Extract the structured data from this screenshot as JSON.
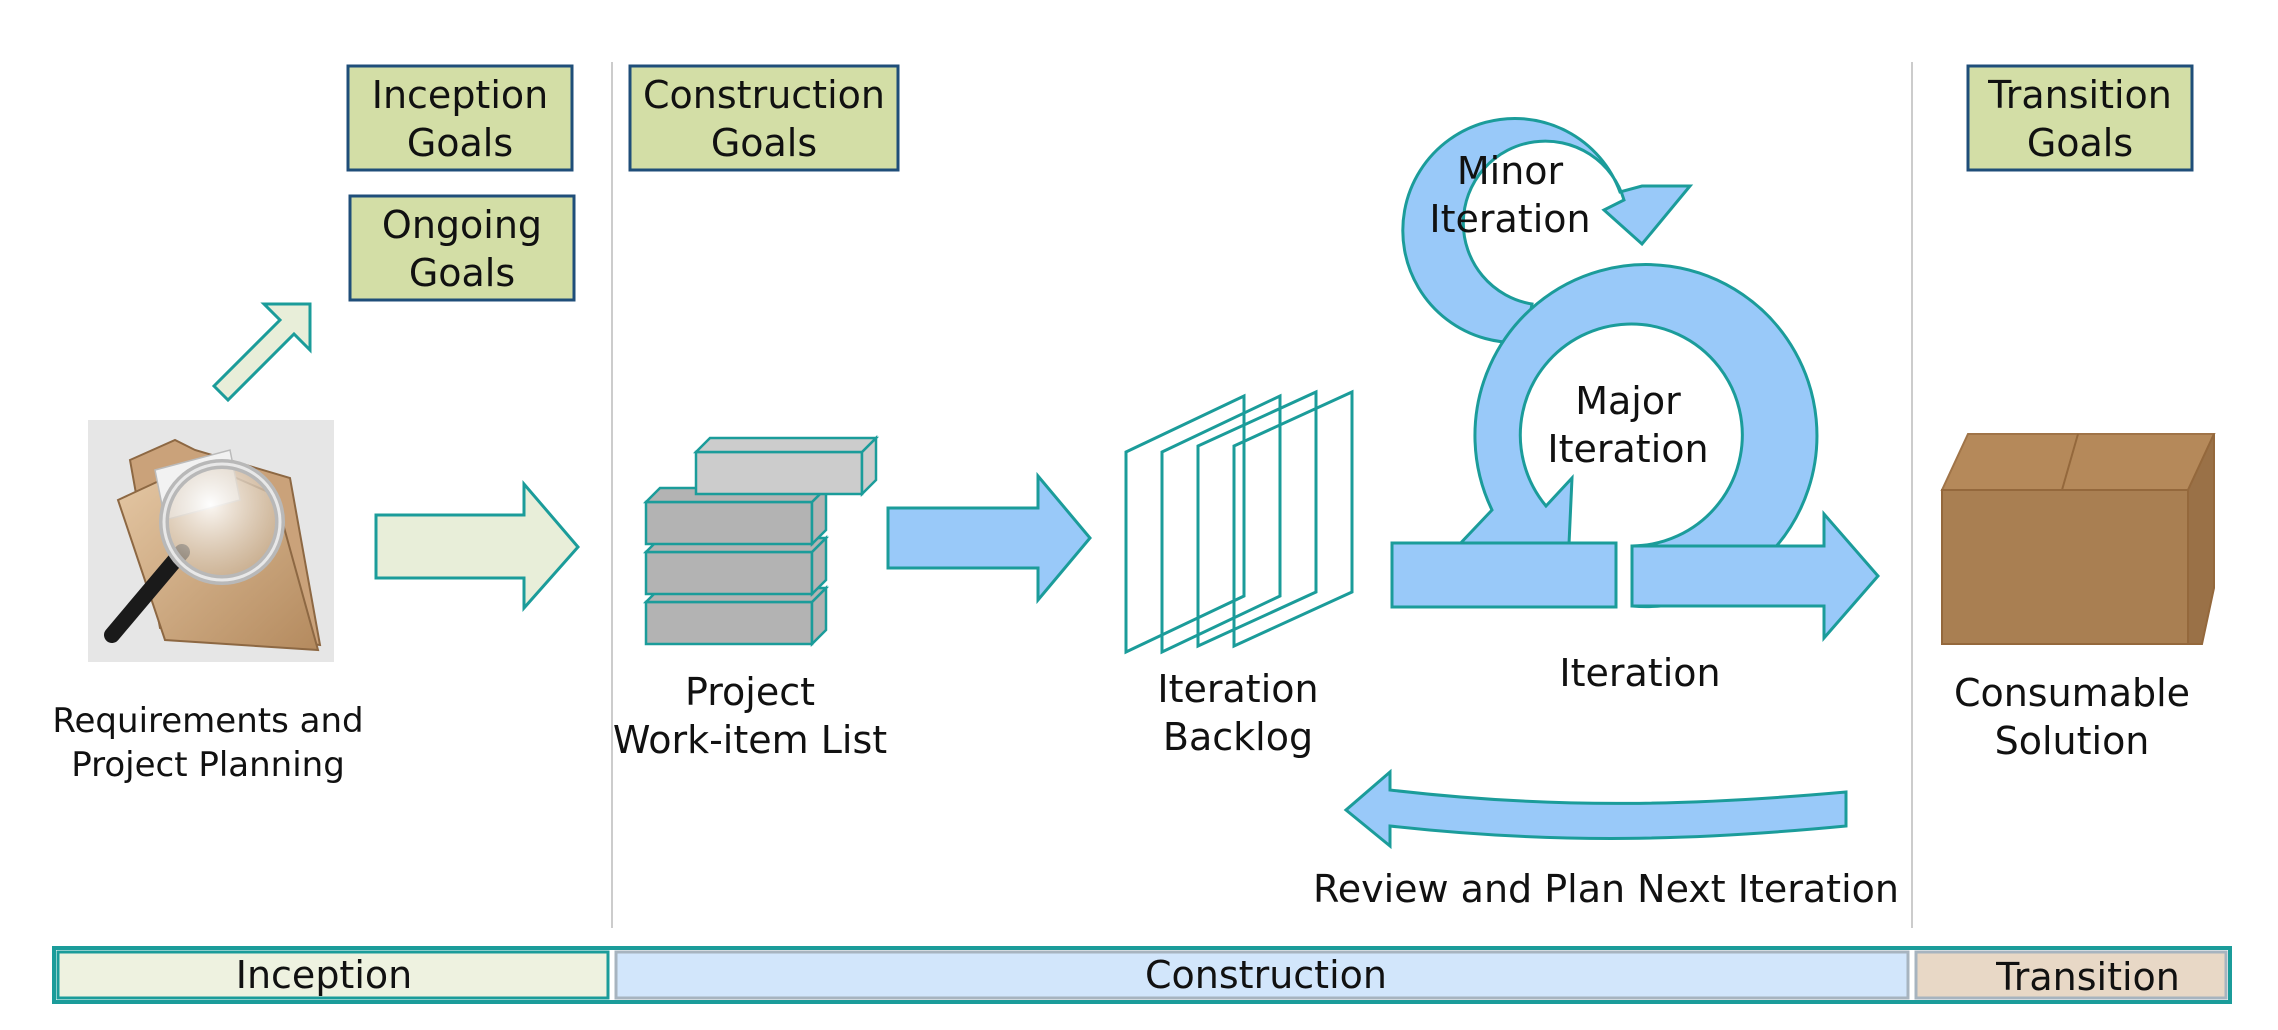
{
  "goals": {
    "inception": [
      "Inception",
      "Goals"
    ],
    "ongoing": [
      "Ongoing",
      "Goals"
    ],
    "construction": [
      "Construction",
      "Goals"
    ],
    "transition": [
      "Transition",
      "Goals"
    ]
  },
  "labels": {
    "requirements": [
      "Requirements and",
      "Project Planning"
    ],
    "work_item_list": [
      "Project",
      "Work-item List"
    ],
    "iteration_backlog": [
      "Iteration",
      "Backlog"
    ],
    "minor_iteration": [
      "Minor",
      "Iteration"
    ],
    "major_iteration": [
      "Major",
      "Iteration"
    ],
    "iteration": "Iteration",
    "consumable_solution": [
      "Consumable",
      "Solution"
    ],
    "review": "Review and Plan Next Iteration"
  },
  "phases": {
    "inception": "Inception",
    "construction": "Construction",
    "transition": "Transition"
  },
  "colors": {
    "goal_fill": "#d3dea6",
    "goal_stroke": "#1f4e79",
    "teal": "#1b9c9a",
    "blue_arrow": "#99c9f9",
    "light_arrow": "#e8eed9",
    "inception_phase": "#eef2e0",
    "construction_phase": "#d2e6fb",
    "transition_phase": "#e8d8c6",
    "box": "#a97f52"
  }
}
